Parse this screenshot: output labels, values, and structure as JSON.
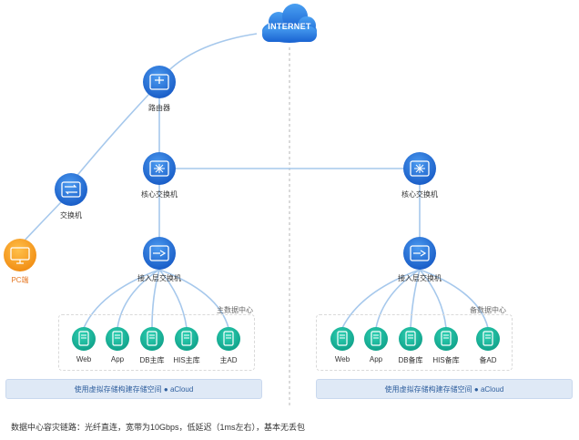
{
  "internet": {
    "label": "INTERNET"
  },
  "router": {
    "label": "路由器"
  },
  "access_switch_left": {
    "label": "交换机"
  },
  "pc": {
    "label": "PC端"
  },
  "primary_dc": {
    "core_switch_label": "核心交换机",
    "access_switch_label": "接入层交换机",
    "title": "主数据中心",
    "servers": [
      "Web",
      "App",
      "DB主库",
      "HIS主库",
      "主AD"
    ],
    "storage_label": "使用虚拟存储构建存储空间  ●  aCloud"
  },
  "backup_dc": {
    "core_switch_label": "核心交换机",
    "access_switch_label": "接入层交换机",
    "title": "备数据中心",
    "servers": [
      "Web",
      "App",
      "DB备库",
      "HIS备库",
      "备AD"
    ],
    "storage_label": "使用虚拟存储构建存储空间  ●  aCloud"
  },
  "footer": {
    "text": "数据中心容灾链路：光纤直连，宽带为10Gbps，低延迟（1ms左右），基本无丢包"
  },
  "colors": {
    "node_blue": "#1e6fd9",
    "server_teal": "#12b39a",
    "pc_orange": "#f59a1b",
    "link_blue": "#9cc2ea"
  }
}
